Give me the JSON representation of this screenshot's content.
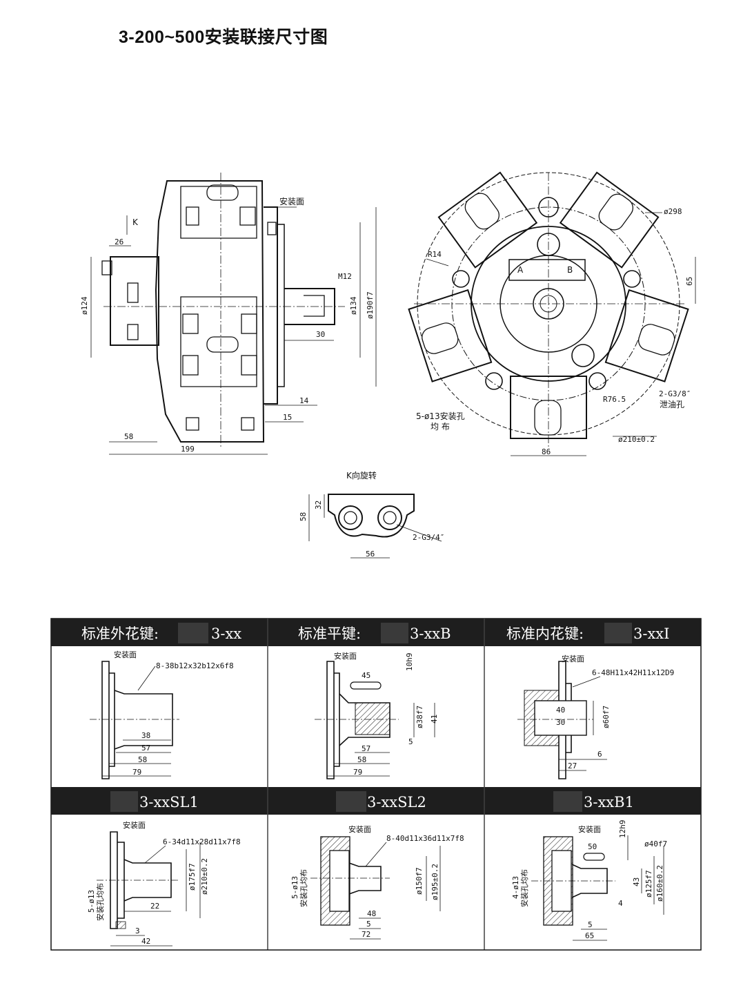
{
  "title": "3-200~500安装联接尺寸图",
  "side_view": {
    "k_label": "K",
    "mount_face": "安装面",
    "thread": "M12",
    "dims": [
      "26",
      "ø124",
      "ø134",
      "ø190f7",
      "30",
      "14",
      "15",
      "58",
      "199"
    ]
  },
  "front_view": {
    "port_a": "A",
    "port_b": "B",
    "dims": [
      "R14",
      "ø298",
      "65",
      "2-G3/8″",
      "R76.5",
      "ø210±0.2",
      "86"
    ],
    "drain": "泄油孔",
    "holes_line1": "5-ø13安装孔",
    "holes_line2": "均  布"
  },
  "k_view": {
    "title": "K向旋转",
    "dims": [
      "58",
      "32",
      "56",
      "2-G3/4″"
    ]
  },
  "table": {
    "headers_row1": [
      {
        "label": "标准外花键:",
        "code": "3-xx"
      },
      {
        "label": "标准平键:",
        "code": "3-xxB"
      },
      {
        "label": "标准内花键:",
        "code": "3-xxI"
      }
    ],
    "headers_row2": [
      {
        "code": "3-xxSL1"
      },
      {
        "code": "3-xxSL2"
      },
      {
        "code": "3-xxB1"
      }
    ],
    "cells": [
      {
        "mount": "安装面",
        "spec": "8-38b12x32b12x6f8",
        "dims": [
          "38",
          "57",
          "58",
          "79"
        ]
      },
      {
        "mount": "安装面",
        "spec": "10h9",
        "dims": [
          "45",
          "ø38f7",
          "41",
          "5",
          "57",
          "58",
          "79"
        ]
      },
      {
        "mount": "安装面",
        "spec": "6-48H11x42H11x12D9",
        "dims": [
          "40",
          "30",
          "ø60f7",
          "6",
          "27"
        ]
      },
      {
        "mount": "安装面",
        "spec": "6-34d11x28d11x7f8",
        "holes": "5-ø13",
        "holes_note": "安装孔均布",
        "dims": [
          "ø175f7",
          "ø210±0.2",
          "22",
          "3",
          "42"
        ]
      },
      {
        "mount": "安装面",
        "spec": "8-40d11x36d11x7f8",
        "holes": "5-ø13",
        "holes_note": "安装孔均布",
        "dims": [
          "ø150f7",
          "ø195±0.2",
          "48",
          "5",
          "72"
        ]
      },
      {
        "mount": "安装面",
        "spec": "12h9",
        "spec2": "ø40f7",
        "holes": "4-ø13",
        "holes_note": "安装孔均布",
        "dims": [
          "50",
          "43",
          "ø125f7",
          "ø160±0.2",
          "4",
          "5",
          "65"
        ]
      }
    ]
  }
}
